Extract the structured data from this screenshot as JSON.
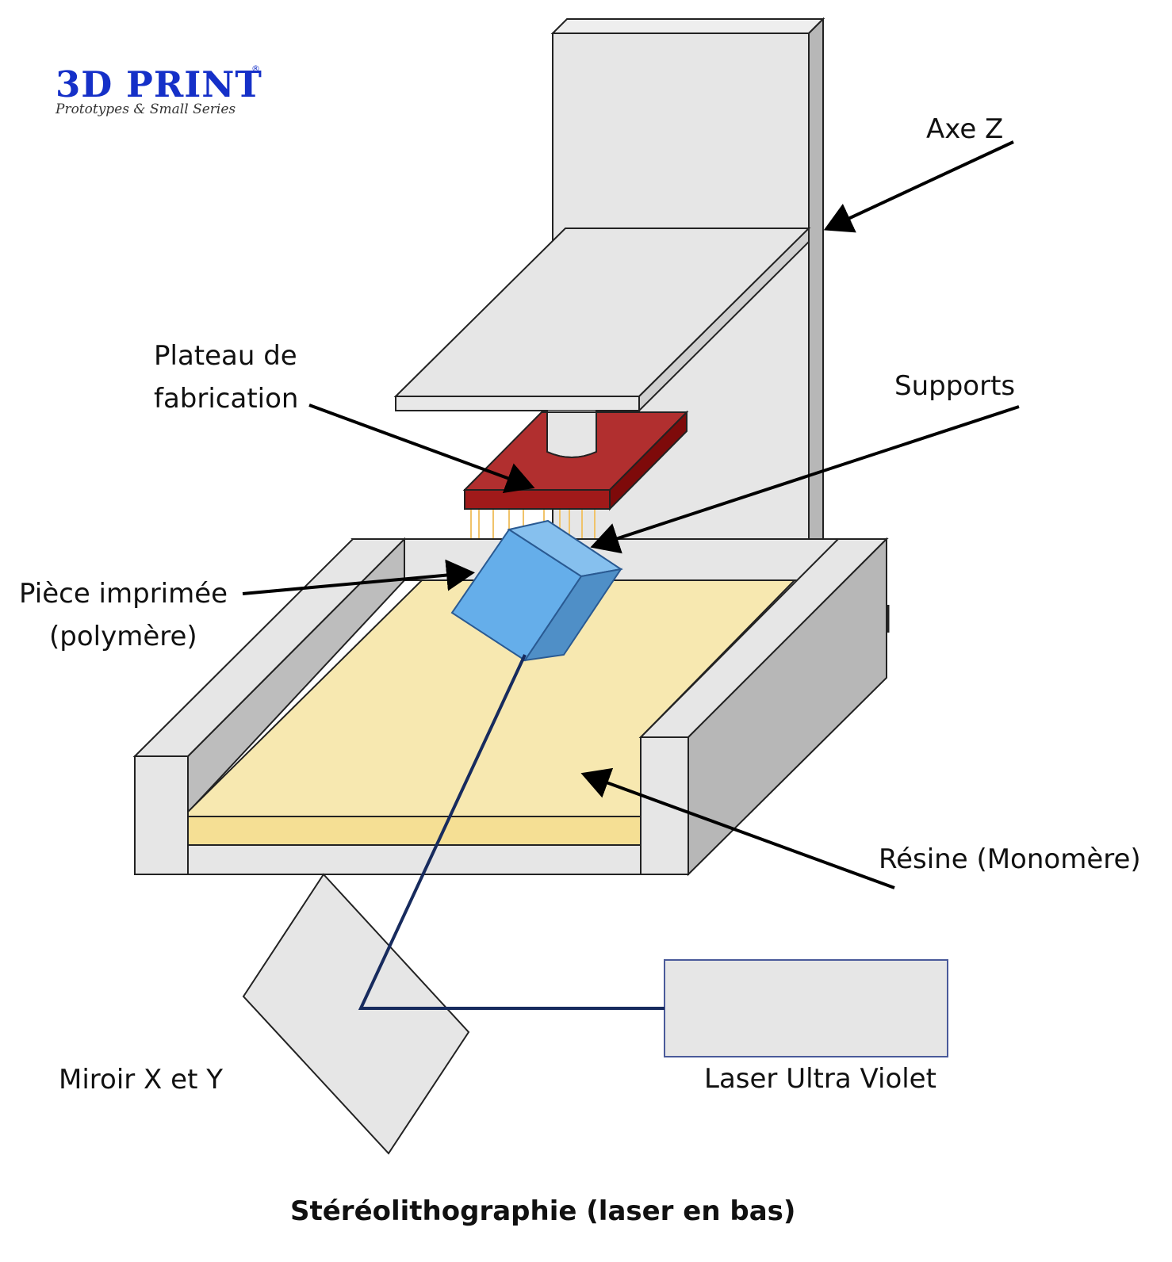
{
  "logo": {
    "name": "3D PRINT",
    "tagline": "Prototypes & Small Series",
    "registered": "®"
  },
  "labels": {
    "axe_z": "Axe Z",
    "plateau_line1": "Plateau de",
    "plateau_line2": "fabrication",
    "supports": "Supports",
    "piece_line1": "Pièce imprimée",
    "piece_line2": "(polymère)",
    "resine": "Résine (Monomère)",
    "miroir": "Miroir X et Y",
    "laser": "Laser Ultra Violet"
  },
  "caption": "Stéréolithographie (laser en bas)",
  "colors": {
    "frame": "#e6e6e6",
    "frame_dark": "#bdbdbd",
    "resin": "#f7e8b0",
    "resin_edge": "#f5df94",
    "platform": "#b12f2f",
    "platform_dark": "#7e0a0a",
    "part": "#65aeea",
    "part_dark": "#4f8fc7",
    "laser_beam": "#172b5e",
    "support_lines": "#f0c36a"
  }
}
